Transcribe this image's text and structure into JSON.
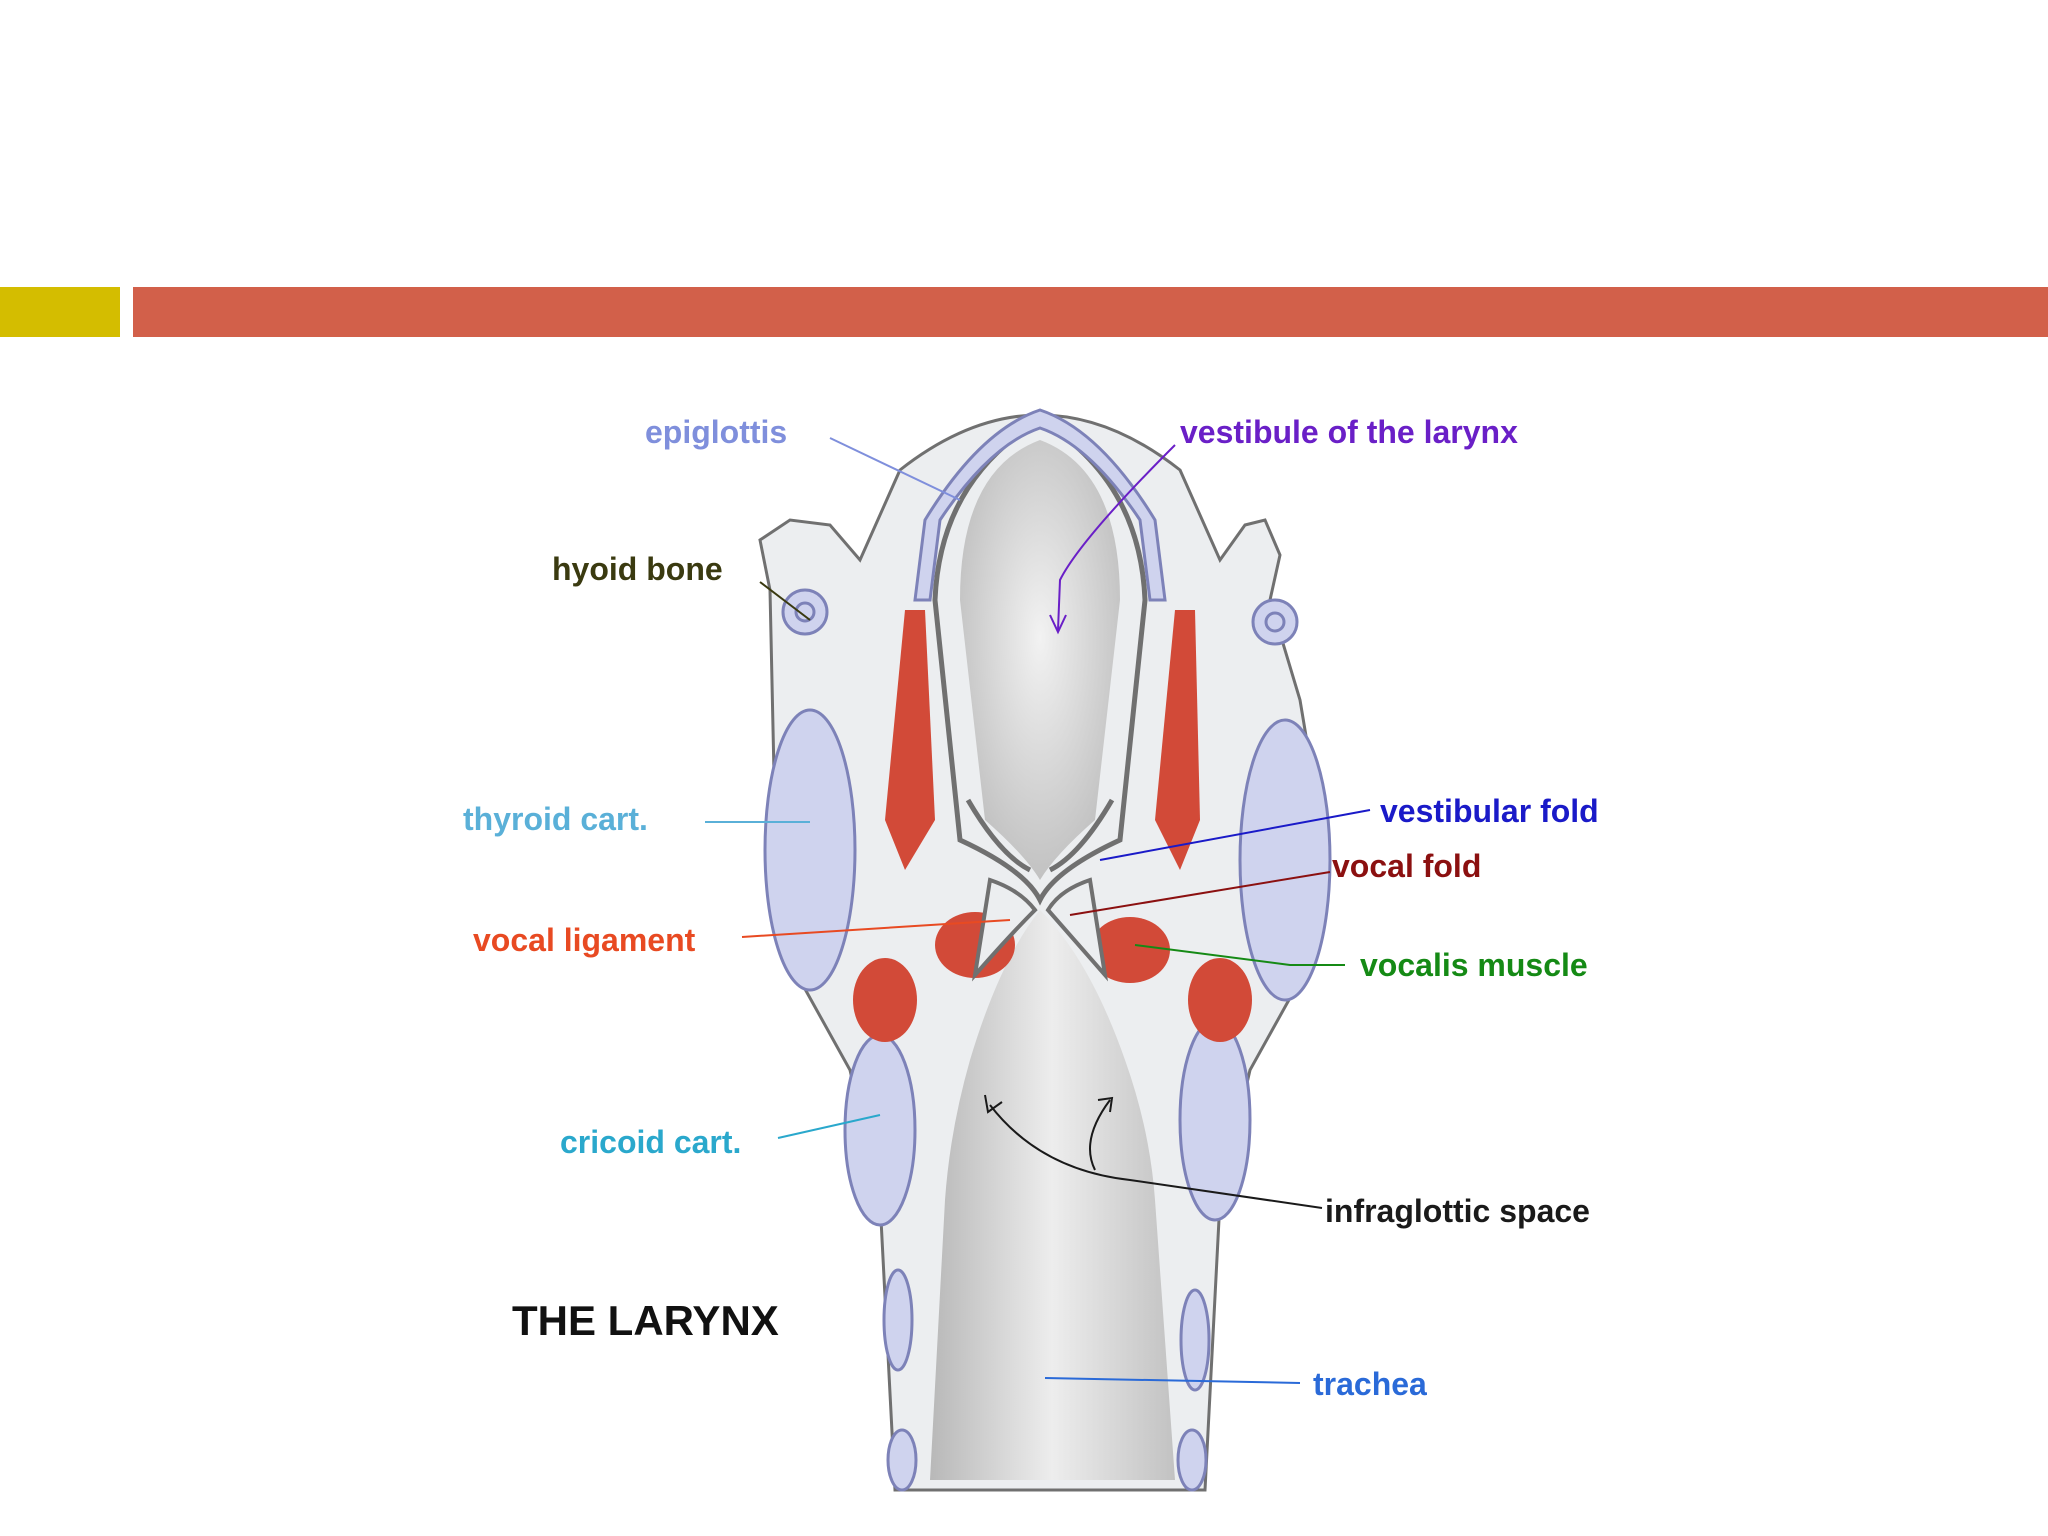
{
  "colors": {
    "accent_small": "#d4bd00",
    "accent_bar": "#d2604a",
    "cartilage": "#cfd3ee",
    "cartilage_edge": "#7d82b8",
    "muscle": "#d24a38",
    "tissue": "#eceef0",
    "mucosa_edge": "#707070",
    "lumen": "#e4e4e4"
  },
  "diagram": {
    "title": "THE LARYNX",
    "labels": {
      "epiglottis": {
        "text": "epiglottis",
        "color": "#7f8fdc"
      },
      "vestibule": {
        "text": "vestibule of the larynx",
        "color": "#6a1fc7"
      },
      "hyoid": {
        "text": "hyoid bone",
        "color": "#3a3a10"
      },
      "thyroid": {
        "text": "thyroid cart.",
        "color": "#5ab0d8"
      },
      "vestibular_fold": {
        "text": "vestibular fold",
        "color": "#1a1ac8"
      },
      "vocal_fold": {
        "text": "vocal fold",
        "color": "#8b1010"
      },
      "vocal_ligament": {
        "text": "vocal ligament",
        "color": "#e84a22"
      },
      "vocalis": {
        "text": "vocalis muscle",
        "color": "#158a15"
      },
      "cricoid": {
        "text": "cricoid cart.",
        "color": "#2aa8cc"
      },
      "infraglottic": {
        "text": "infraglottic space",
        "color": "#1a1a1a"
      },
      "trachea": {
        "text": "trachea",
        "color": "#2a6ad8"
      }
    }
  }
}
